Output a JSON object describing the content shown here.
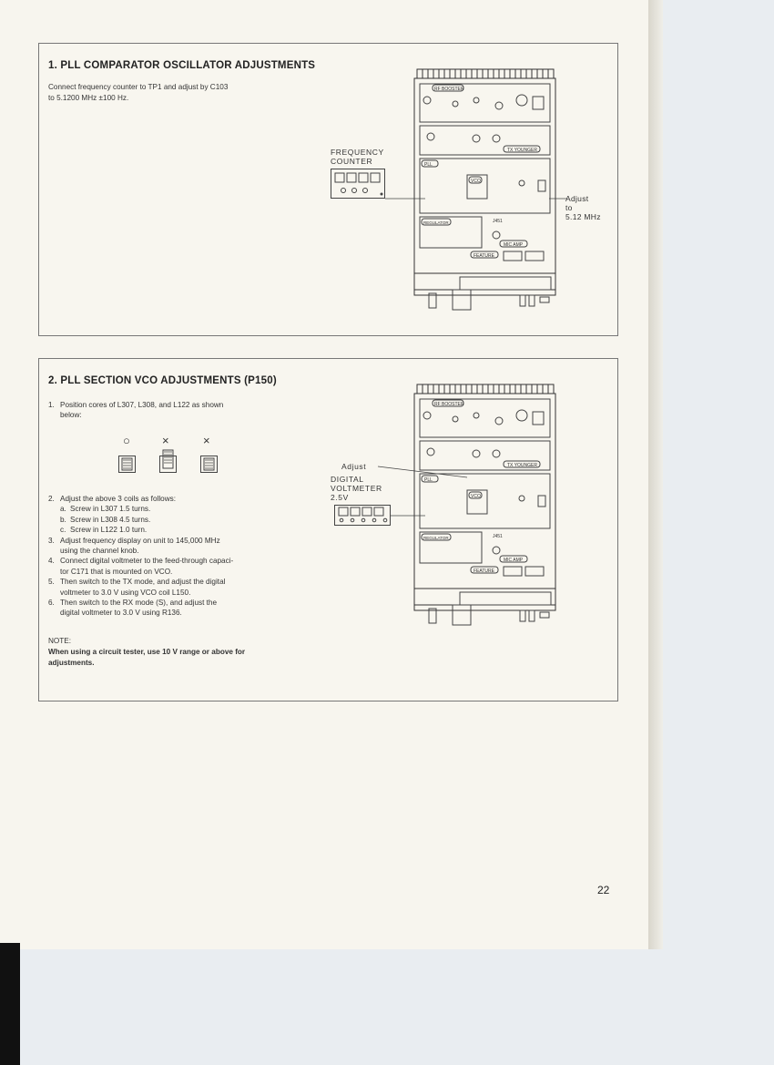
{
  "page_number": "22",
  "section1": {
    "title": "1. PLL COMPARATOR OSCILLATOR ADJUSTMENTS",
    "body": [
      "Connect frequency counter to TP1 and adjust by C103",
      "to 5.1200 MHz ±100 Hz."
    ],
    "instrument_label": [
      "FREQUENCY",
      "COUNTER"
    ],
    "adjust_label": [
      "Adjust",
      "to",
      "5.12 MHz"
    ]
  },
  "section2": {
    "title": "2. PLL SECTION VCO ADJUSTMENTS (P150)",
    "step1": [
      "1.",
      "Position cores of L307, L308, and L122 as shown",
      "below:"
    ],
    "coil_symbols": [
      "○",
      "×",
      "×"
    ],
    "step2": {
      "num": "2.",
      "text": "Adjust the above 3 coils as follows:",
      "subs": [
        {
          "k": "a.",
          "t": "Screw in L307 1.5 turns."
        },
        {
          "k": "b.",
          "t": "Screw in L308 4.5 turns."
        },
        {
          "k": "c.",
          "t": "Screw in L122 1.0 turn."
        }
      ]
    },
    "step3": [
      "3.",
      "Adjust frequency display on unit to 145,000 MHz",
      "using the channel knob."
    ],
    "step4": [
      "4.",
      "Connect digital voltmeter to the feed-through capaci-",
      "tor C171 that is mounted on VCO."
    ],
    "step5": [
      "5.",
      "Then switch to the TX mode, and adjust the digital",
      "voltmeter to 3.0 V using VCO coil L150."
    ],
    "step6": [
      "6.",
      "Then switch to the RX mode (S), and adjust the",
      "digital voltmeter to 3.0 V using R136."
    ],
    "note_title": "NOTE:",
    "note_body": [
      "When using a circuit tester, use 10 V range or above for",
      "adjustments."
    ],
    "adjust_label": "Adjust",
    "instrument_label": [
      "DIGITAL",
      "VOLTMETER",
      "2.5V"
    ]
  },
  "board": {
    "labels": [
      "RF BOOSTER",
      "TX YOUNGER",
      "PLL",
      "VCO",
      "REGULATOR",
      "MIC AMP",
      "FEATURE",
      "J451"
    ]
  }
}
